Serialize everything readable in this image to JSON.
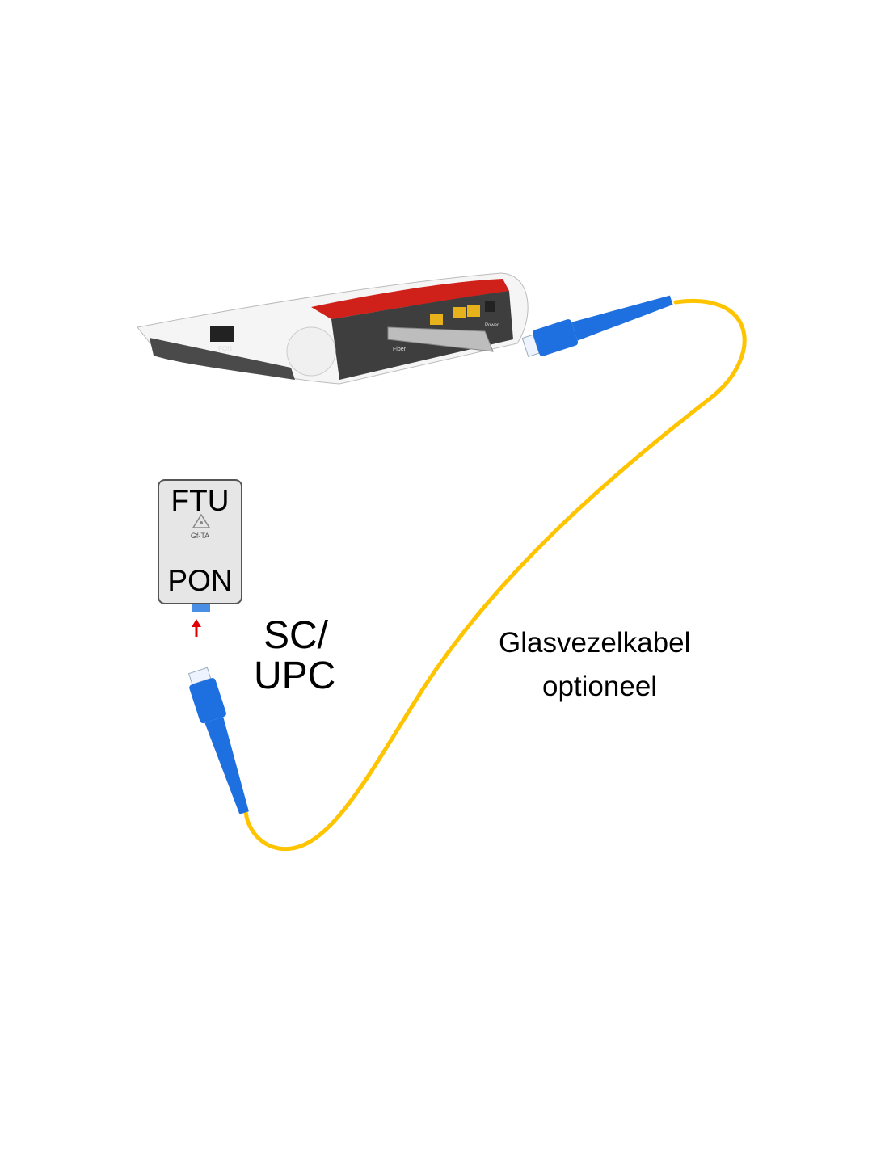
{
  "router": {
    "port_labels": {
      "fon": "FON",
      "fiber": "Fiber",
      "power": "Power"
    },
    "colors": {
      "body": "#f4f4f4",
      "top_stripe": "#d0201a",
      "panel": "#4a4a4a",
      "lan": "#e8b21c"
    }
  },
  "ftu": {
    "title": "FTU",
    "subtitle": "Gf-TA",
    "port": "PON",
    "icon": "laser-warning-icon"
  },
  "connector_label": {
    "line1": "SC/",
    "line2": "UPC"
  },
  "cable_label": {
    "line1": "Glasvezelkabel",
    "line2": "optioneel"
  },
  "colors": {
    "cable": "#ffc400",
    "connector": "#1e6fe0",
    "arrow": "#e00000"
  }
}
